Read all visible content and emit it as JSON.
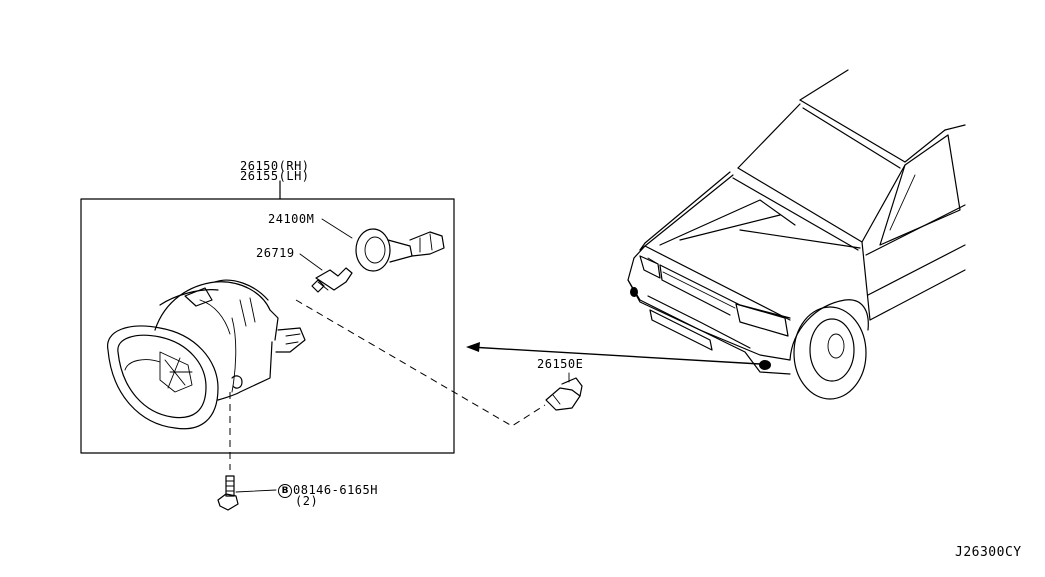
{
  "labels": {
    "fog_lamp_rh": "26150(RH)",
    "fog_lamp_lh": "26155(LH)",
    "socket": "24100M",
    "bulb": "26719",
    "clip": "26150E",
    "bolt_symbol": "B",
    "bolt_part": "08146-6165H",
    "bolt_qty": "(2)",
    "diagram_code": "J26300CY"
  }
}
